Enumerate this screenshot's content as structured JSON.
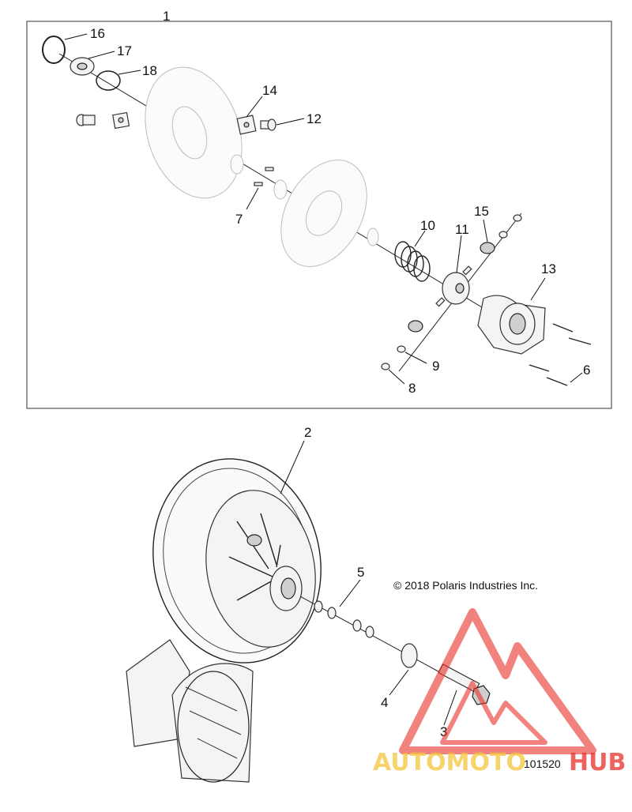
{
  "callouts": {
    "c1": "1",
    "c2": "2",
    "c3": "3",
    "c4": "4",
    "c5": "5",
    "c6": "6",
    "c7": "7",
    "c8": "8",
    "c9": "9",
    "c10": "10",
    "c11": "11",
    "c12": "12",
    "c13": "13",
    "c14": "14",
    "c15": "15",
    "c16": "16",
    "c17": "17",
    "c18": "18"
  },
  "copyright": "© 2018 Polaris Industries Inc.",
  "figure_number": "101520",
  "watermark": {
    "text_part1": "AUTOMOTO",
    "text_part2": "HUB",
    "color_primary": "#e8302a",
    "color_secondary": "#f3c53a"
  }
}
